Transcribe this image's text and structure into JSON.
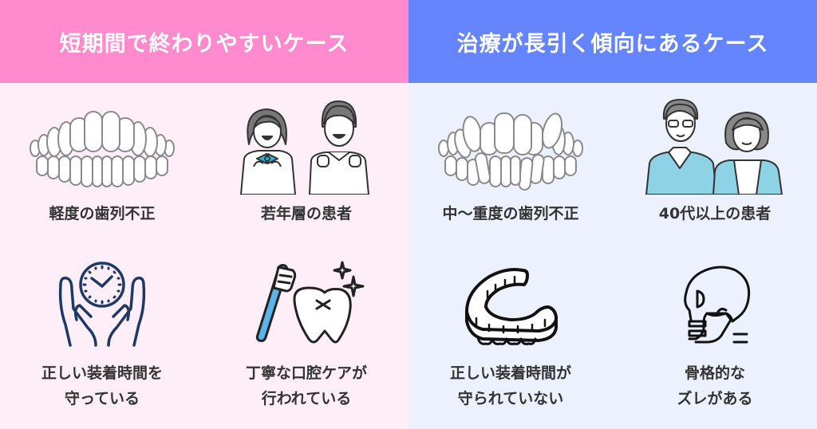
{
  "left_panel": {
    "title": "短期間で終わりやすいケース",
    "header_color": "#ff8acd",
    "background_color": "#fdeef8",
    "items": [
      {
        "icon": "aligned-teeth-icon",
        "label_line1": "軽度の歯列不正",
        "label_line2": ""
      },
      {
        "icon": "young-students-icon",
        "label_line1": "若年層の患者",
        "label_line2": ""
      },
      {
        "icon": "hands-holding-clock-icon",
        "label_line1": "正しい装着時間を",
        "label_line2": "守っている"
      },
      {
        "icon": "toothbrush-clean-tooth-icon",
        "label_line1": "丁寧な口腔ケアが",
        "label_line2": "行われている"
      }
    ]
  },
  "right_panel": {
    "title": "治療が長引く傾向にあるケース",
    "header_color": "#6584ff",
    "background_color": "#edf1fe",
    "items": [
      {
        "icon": "crooked-teeth-icon",
        "label_line1": "中〜重度の歯列不正",
        "label_line2": ""
      },
      {
        "icon": "middle-aged-couple-icon",
        "label_line1": "40代以上の患者",
        "label_line2": ""
      },
      {
        "icon": "aligner-mouthpiece-icon",
        "label_line1": "正しい装着時間が",
        "label_line2": "守られていない"
      },
      {
        "icon": "skull-jaw-icon",
        "label_line1": "骨格的な",
        "label_line2": "ズレがある"
      }
    ]
  }
}
